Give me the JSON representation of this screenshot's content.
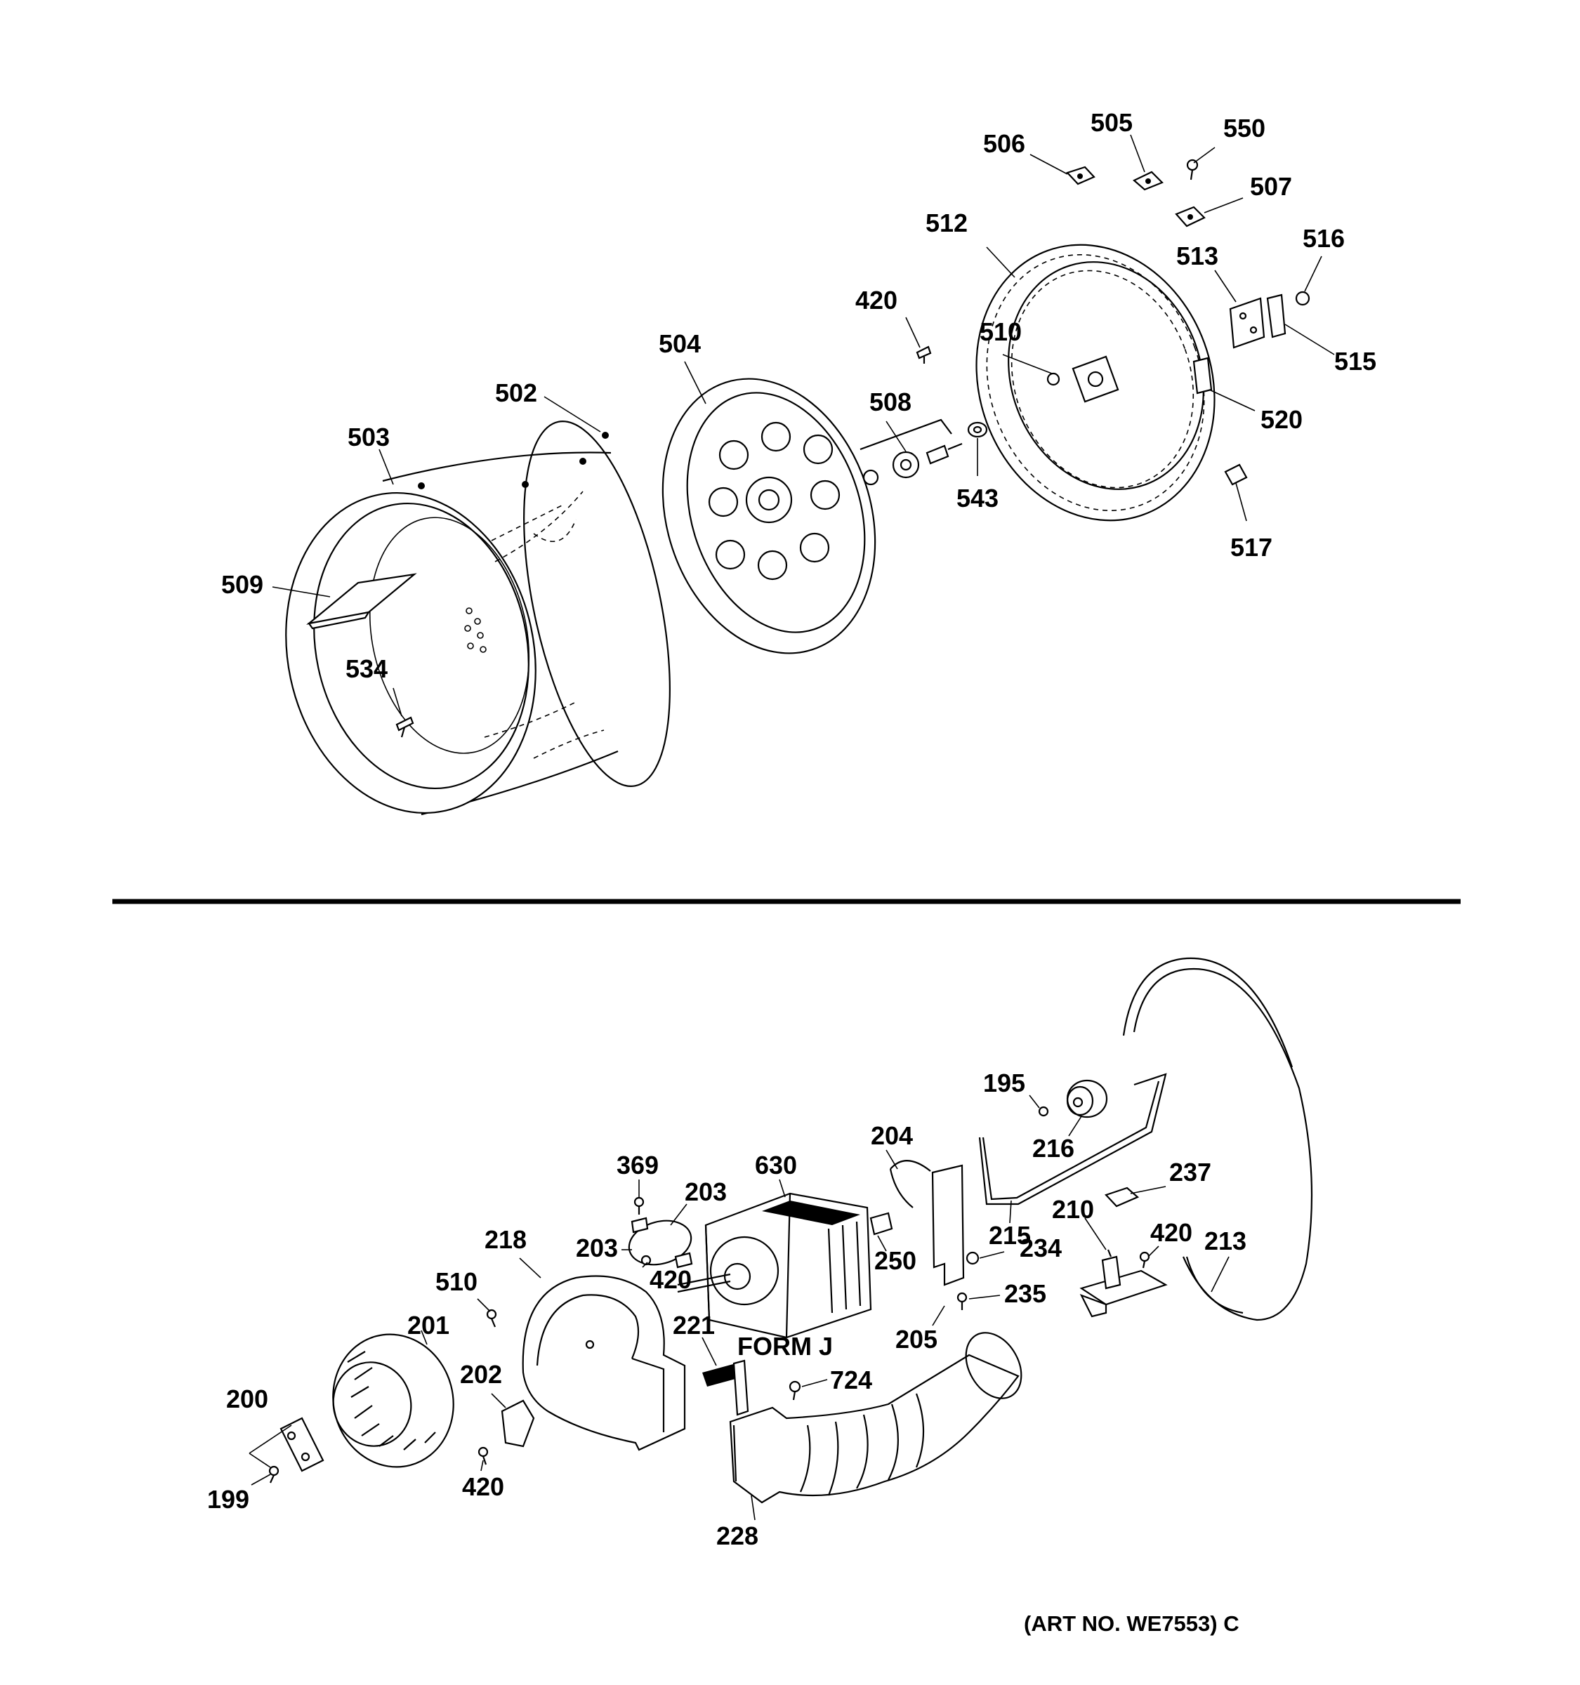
{
  "labels": {
    "l506": "506",
    "l505": "505",
    "l550": "550",
    "l507": "507",
    "l512": "512",
    "l513": "513",
    "l516": "516",
    "l515": "515",
    "l420a": "420",
    "l510a": "510",
    "l504": "504",
    "l502": "502",
    "l508": "508",
    "l520": "520",
    "l503": "503",
    "l543": "543",
    "l517": "517",
    "l509": "509",
    "l534": "534",
    "l195": "195",
    "l216": "216",
    "l204": "204",
    "l237": "237",
    "l369": "369",
    "l630": "630",
    "l203a": "203",
    "l215": "215",
    "l210": "210",
    "l420b": "420",
    "l213": "213",
    "l203b": "203",
    "l250": "250",
    "l234": "234",
    "l218": "218",
    "l420c": "420",
    "l510b": "510",
    "l235": "235",
    "l201": "201",
    "l221": "221",
    "l205": "205",
    "l202": "202",
    "l724": "724",
    "l200": "200",
    "l199": "199",
    "l420d": "420",
    "l228": "228"
  },
  "form_label": "FORM J",
  "art_number": "(ART NO. WE7553) C"
}
